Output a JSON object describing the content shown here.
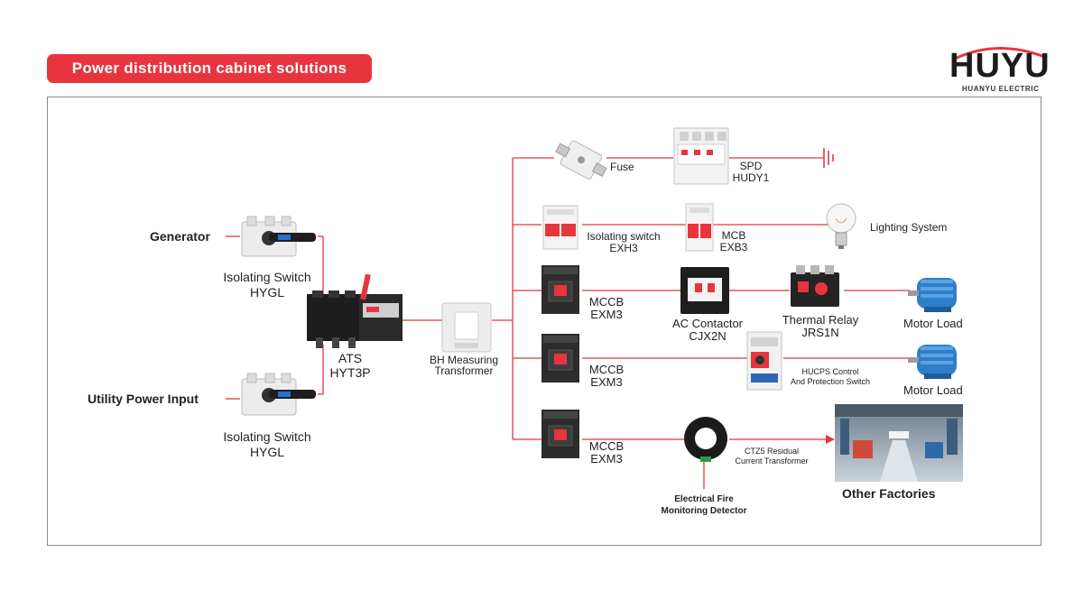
{
  "header": {
    "banner_title": "Power distribution cabinet solutions",
    "logo_name": "HUYU",
    "logo_subtitle": "HUANYU ELECTRIC"
  },
  "colors": {
    "accent_red": "#e8353d",
    "wire_red": "#e8353d",
    "frame_border": "#8a8a8a"
  },
  "sources": {
    "generator": "Generator",
    "utility": "Utility Power Input"
  },
  "left_devices": {
    "switch_top_name": "Isolating Switch",
    "switch_top_model": "HYGL",
    "switch_bottom_name": "Isolating Switch",
    "switch_bottom_model": "HYGL",
    "ats_name": "ATS",
    "ats_model": "HYT3P",
    "transformer_line1": "BH Measuring",
    "transformer_line2": "Transformer"
  },
  "branch1": {
    "fuse": "Fuse",
    "spd_name": "SPD",
    "spd_model": "HUDY1"
  },
  "branch2": {
    "iso_name": "Isolating switch",
    "iso_model": "EXH3",
    "mcb_name": "MCB",
    "mcb_model": "EXB3",
    "load": "Lighting System"
  },
  "branch3": {
    "mccb_name": "MCCB",
    "mccb_model": "EXM3",
    "contactor_name": "AC Contactor",
    "contactor_model": "CJX2N",
    "relay_name": "Thermal Relay",
    "relay_model": "JRS1N",
    "load": "Motor Load"
  },
  "branch4": {
    "mccb_name": "MCCB",
    "mccb_model": "EXM3",
    "hucps_line1": "HUCPS Control",
    "hucps_line2": "And Protection Switch",
    "load": "Motor Load"
  },
  "branch5": {
    "mccb_name": "MCCB",
    "mccb_model": "EXM3",
    "ctz_line1": "CTZ5 Residual",
    "ctz_line2": "Current Transformer",
    "detector_line1": "Electrical Fire",
    "detector_line2": "Monitoring Detector",
    "load": "Other Factories"
  }
}
